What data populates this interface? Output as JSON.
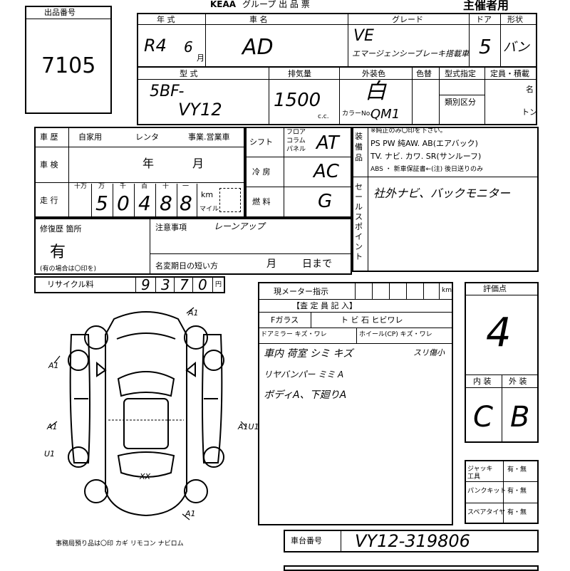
{
  "header": {
    "brand": "KEAA",
    "title_tail": "グループ 出 品 票",
    "host_label": "主催者用"
  },
  "lot": {
    "label": "出品番号",
    "value": "7105"
  },
  "year": {
    "label": "年 式",
    "era": "R4",
    "month": "6",
    "month_unit": "月"
  },
  "car_name": {
    "label": "車 名",
    "value": "AD"
  },
  "grade": {
    "label": "グレード",
    "value1": "VE",
    "value2": "エマージェンシーブレーキ搭載車"
  },
  "doors": {
    "label": "ドア",
    "value": "5"
  },
  "body_shape": {
    "label": "形状",
    "value": "バン"
  },
  "model": {
    "label": "型 式",
    "value1": "5BF-",
    "value2": "VY12"
  },
  "displacement": {
    "label": "排気量",
    "value": "1500",
    "unit": "c.c."
  },
  "exterior_color": {
    "label": "外装色",
    "value": "白",
    "color_no_label": "カラーNo.",
    "color_no": "QM1"
  },
  "color_change": {
    "label": "色替"
  },
  "type_designation": {
    "label": "型式指定"
  },
  "class_category": {
    "label": "類別区分"
  },
  "capacity": {
    "label": "定員・積載",
    "person_unit": "名",
    "ton_unit": "トン"
  },
  "history": {
    "label": "車 歴",
    "private": "自家用",
    "rental": "レンタ",
    "business": "事業.営業車"
  },
  "inspection": {
    "label": "車 検",
    "year_unit": "年",
    "month_unit": "月"
  },
  "mileage": {
    "label": "走 行",
    "digit_labels": [
      "十万",
      "万",
      "千",
      "百",
      "十",
      "一"
    ],
    "digits": [
      "",
      "5",
      "0",
      "4",
      "8",
      "8"
    ],
    "unit_km": "km",
    "unit_mile": "マイル"
  },
  "shift": {
    "label": "シフト",
    "options": [
      "フロア",
      "コラム",
      "パネル"
    ],
    "value": "AT"
  },
  "aircon": {
    "label": "冷 房",
    "value": "AC"
  },
  "fuel": {
    "label": "燃 料",
    "value": "G"
  },
  "equipment": {
    "label": "装備品",
    "note": "※純正のみ〇印を下さい。",
    "line1": "PS PW 純AW. AB(エアバック)",
    "line2": "TV. ナビ. カワ. SR(サンルーフ)",
    "line3": "ABS ・ 新車保証書←(注) 後日送りのみ"
  },
  "sales_point": {
    "label": "セールスポイント",
    "value": "社外ナビ、バックモニター"
  },
  "repair": {
    "label": "修復歴 箇所",
    "value": "有",
    "note": "(有の場合は〇印を)"
  },
  "caution": {
    "label": "注意事項",
    "value": "レーンアップ"
  },
  "short_registration": {
    "label": "名変期日の短い方",
    "month": "月",
    "day": "日まで"
  },
  "recycle": {
    "label": "リサイクル料",
    "digits": [
      "9",
      "3",
      "7",
      "0"
    ],
    "unit": "円"
  },
  "meter": {
    "label": "現メーター指示",
    "unit": "km"
  },
  "inspector": {
    "label": "【査 定 員 記 入】",
    "glass": "Fガラス",
    "glass_opts": "ト ビ 石  ヒビワレ",
    "mirror": "ドアミラー キズ・ワレ",
    "wheel": "ホイール(CP) キズ・ワレ"
  },
  "inspector_notes": [
    "車内 荷室 シミ キズ",
    "スリ傷小",
    "リヤバンパー ミミ A",
    "ボディA、下廻りA"
  ],
  "diagram_marks": {
    "front_right": "A1",
    "left_door": "A1",
    "left_front": "A1",
    "left_rear": "U1",
    "right_side": "A1U1",
    "rear": "XX",
    "rear_right": "A1"
  },
  "grades": {
    "label": "評価点",
    "overall": "4",
    "interior_label": "内 装",
    "exterior_label": "外 装",
    "interior": "C",
    "exterior": "B"
  },
  "jack": {
    "label": "ジャッキ工具",
    "value": "有・無"
  },
  "puncture_kit": {
    "label": "パンクキット",
    "value": "有・無"
  },
  "spare_tire": {
    "label": "スペアタイヤ",
    "value": "有・無"
  },
  "office_note": "事務局預り品は〇印  カギ  リモコン  ナビロム",
  "chassis": {
    "label": "車台番号",
    "value": "VY12-319806"
  }
}
